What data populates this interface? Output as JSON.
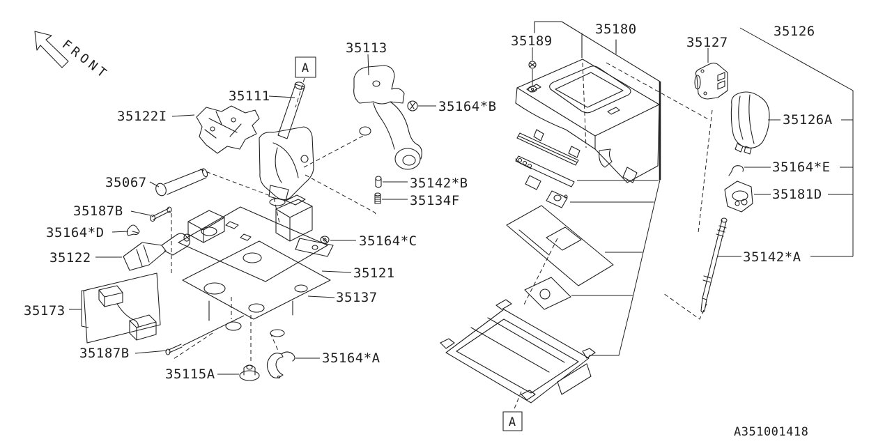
{
  "diagram": {
    "front_label": "FRONT",
    "section_ref": "A",
    "drawing_number": "A351001418",
    "callouts": {
      "c35122i": "35122I",
      "c35111": "35111",
      "c35113": "35113",
      "c35164b": "35164*B",
      "c35067": "35067",
      "c35142b": "35142*B",
      "c35134f": "35134F",
      "c35187b_upper": "35187B",
      "c35164d": "35164*D",
      "c35122": "35122",
      "c35164c": "35164*C",
      "c35121": "35121",
      "c35137": "35137",
      "c35173": "35173",
      "c35187b_lower": "35187B",
      "c35115a": "35115A",
      "c35164a": "35164*A",
      "c35189": "35189",
      "c35180": "35180",
      "c35127": "35127",
      "c35126": "35126",
      "c35126a": "35126A",
      "c35164e": "35164*E",
      "c35181d": "35181D",
      "c35142a": "35142*A"
    },
    "ink_color": "#1f1f1f",
    "background_color": "#ffffff"
  }
}
